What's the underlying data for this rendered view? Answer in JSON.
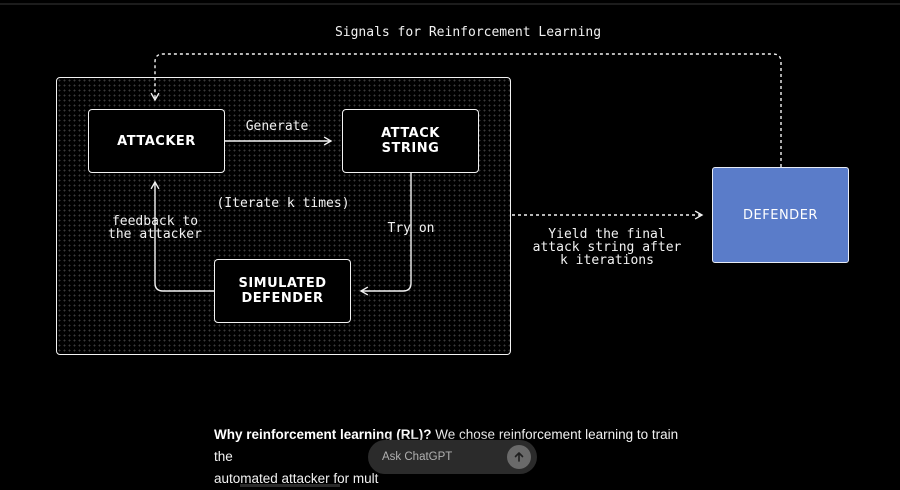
{
  "diagram": {
    "title": "Signals for Reinforcement Learning",
    "nodes": {
      "attacker": "ATTACKER",
      "attack_string": "ATTACK\nSTRING",
      "simulated_defender": "SIMULATED\nDEFENDER",
      "defender": "DEFENDER"
    },
    "edges": {
      "generate": "Generate",
      "try_on": "Try on",
      "feedback": "feedback to\nthe attacker",
      "yield": "Yield the final\nattack string after\nk iterations"
    },
    "loop_note": "(Iterate k times)",
    "colors": {
      "defender_fill": "#5a7cc9",
      "stroke": "#f2f2f2",
      "background": "#000000"
    }
  },
  "article": {
    "bold_lead": "Why reinforcement learning (RL)?",
    "line1_rest": " We chose reinforcement learning to train the",
    "line2": "automated attacker for mult"
  },
  "ask_bar": {
    "placeholder": "Ask ChatGPT",
    "send_icon": "arrow-up-icon"
  }
}
